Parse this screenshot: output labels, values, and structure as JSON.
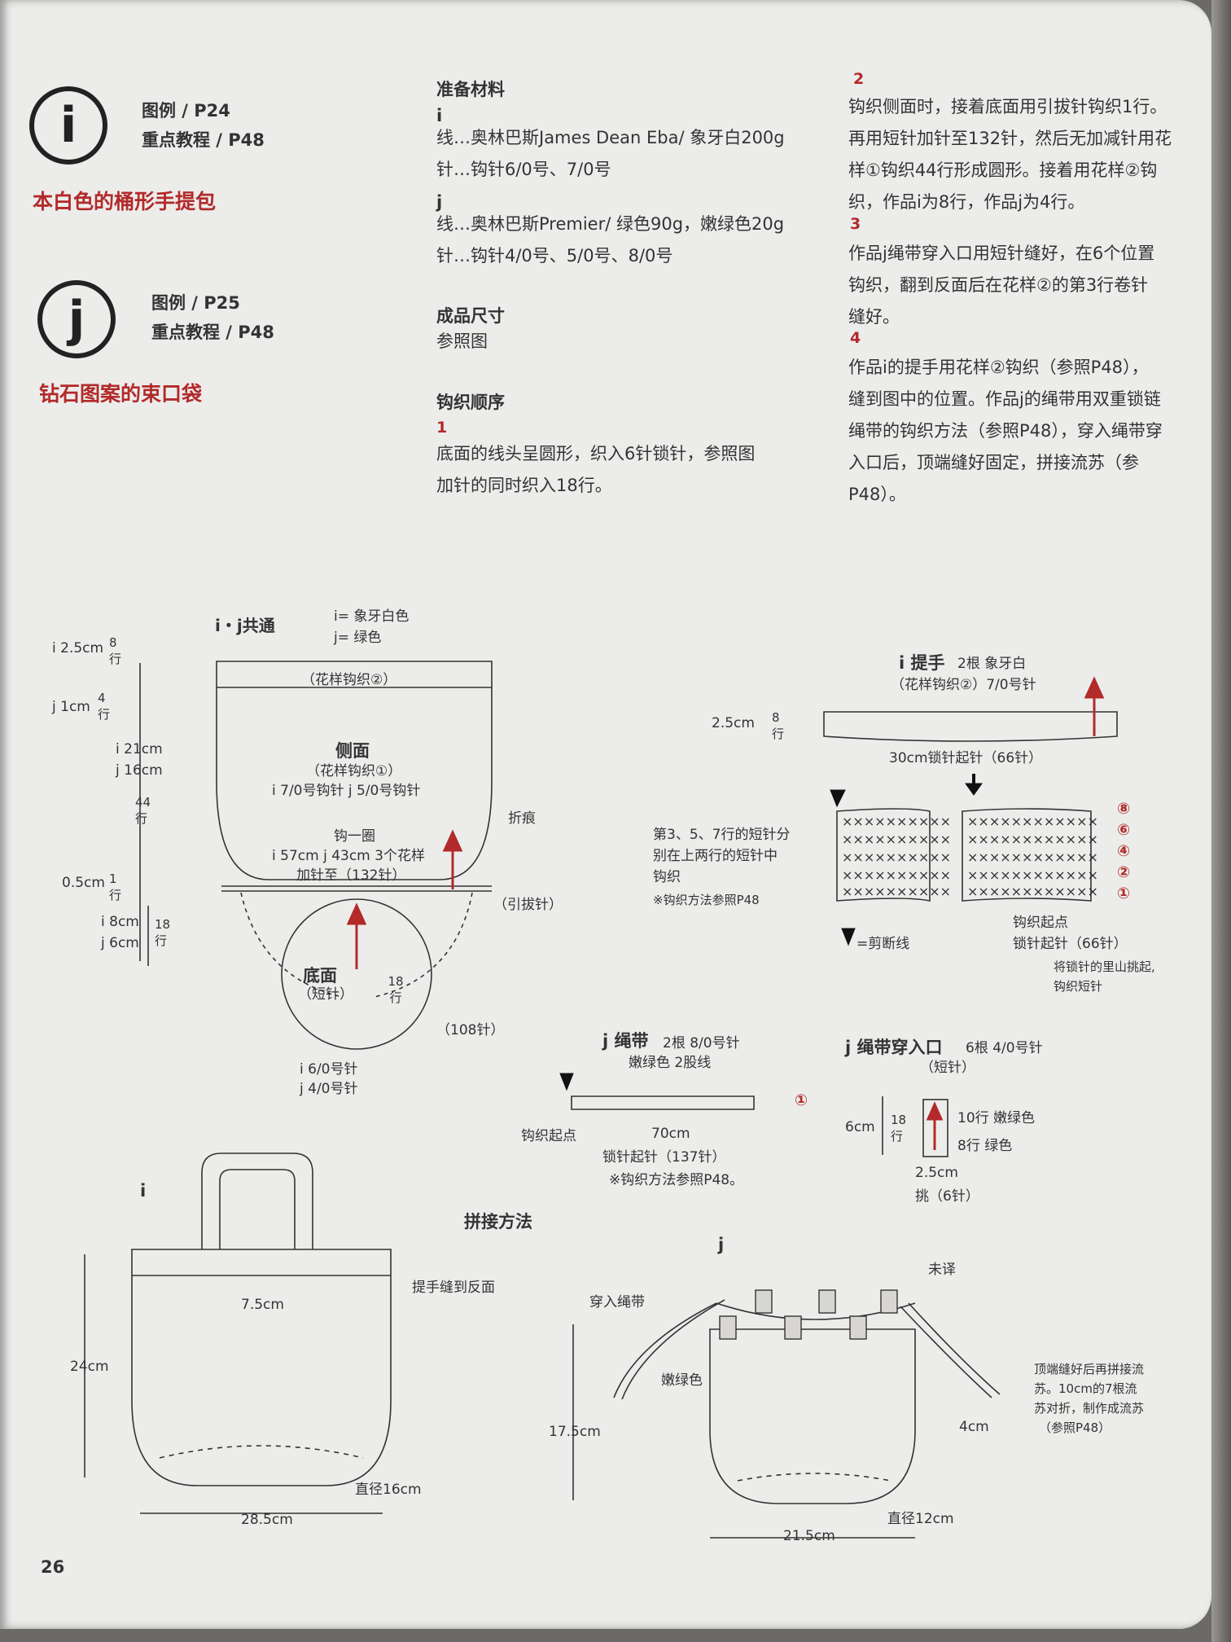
{
  "header": {
    "i": {
      "letter": "i",
      "legend": "图例 / P24",
      "tutorial": "重点教程 / P48",
      "title": "本白色的桶形手提包"
    },
    "j": {
      "letter": "j",
      "legend": "图例 / P25",
      "tutorial": "重点教程 / P48",
      "title": "钻石图案的束口袋"
    }
  },
  "materials": {
    "heading": "准备材料",
    "i_label": "i",
    "i_yarn": "线…奥林巴斯James Dean Eba/ 象牙白200g",
    "i_hook": "针…钩针6/0号、7/0号",
    "j_label": "j",
    "j_yarn": "线…奥林巴斯Premier/ 绿色90g，嫩绿色20g",
    "j_hook": "针…钩针4/0号、5/0号、8/0号"
  },
  "size": {
    "heading": "成品尺寸",
    "text": "参照图"
  },
  "order": {
    "heading": "钩织顺序",
    "steps": [
      {
        "n": "1",
        "lines": [
          "底面的线头呈圆形，织入6针锁针，参照图",
          "加针的同时织入18行。"
        ]
      },
      {
        "n": "2",
        "lines": [
          "钩织侧面时，接着底面用引拔针钩织1行。",
          "再用短针加针至132针，然后无加减针用花",
          "样①钩织44行形成圆形。接着用花样②钩",
          "织，作品i为8行，作品j为4行。"
        ]
      },
      {
        "n": "3",
        "lines": [
          "作品j绳带穿入口用短针缝好，在6个位置",
          "钩织，翻到反面后在花样②的第3行卷针",
          "缝好。"
        ]
      },
      {
        "n": "4",
        "lines": [
          "作品i的提手用花样②钩织（参照P48），",
          "缝到图中的位置。作品j的绳带用双重锁链",
          "绳带的钩织方法（参照P48），穿入绳带穿",
          "入口后，顶端缝好固定，拼接流苏（参",
          "P48）。"
        ]
      }
    ]
  },
  "diagram_common": {
    "title": "i・j共通",
    "key_i": "i= 象牙白色",
    "key_j": "j= 绿色",
    "band": "（花样钩织②）",
    "side_title": "侧面",
    "side_pattern": "（花样钩织①）",
    "side_hooks": "i 7/0号钩针  j 5/0号钩针",
    "fold": "折痕",
    "round": "钩一圈",
    "inc1": "i 57cm  j 43cm 3个花样",
    "inc2": "加针至（132针）",
    "slip": "（引拔针）",
    "bottom_title": "底面",
    "bottom_sc": "（短针）",
    "bottom_rows": "18\n行",
    "stitch108": "（108针）",
    "bottom_hook_i": "i 6/0号针",
    "bottom_hook_j": "j 4/0号针",
    "dims": {
      "i_top": "i 2.5cm",
      "r8": "8 行",
      "j_top": "j 1cm",
      "r4": "4 行",
      "i21": "i 21cm",
      "j16": "j 16cm",
      "r44": "44 行",
      "d05": "0.5cm",
      "r1": "1 行",
      "i8": "i 8cm",
      "j6": "j 6cm",
      "r18": "18 行"
    }
  },
  "handle": {
    "title": "i 提手",
    "spec": "2根 象牙白",
    "pattern": "（花样钩织②）7/0号针",
    "height": "2.5cm",
    "rows": "8 行",
    "chain": "30cm锁针起针（66针）"
  },
  "stitch_chart": {
    "note1": "第3、5、7行的短针分",
    "note2": "别在上两行的短针中",
    "note3": "钩织",
    "ref": "※钩织方法参照P48",
    "cut": "=剪断线",
    "start1": "钩织起点",
    "start2": "锁针起针（66针）",
    "tip1": "将锁针的里山挑起,",
    "tip2": "钩织短针",
    "rows": [
      "⑧",
      "⑥",
      "④",
      "②",
      "①"
    ]
  },
  "cord": {
    "title": "j 绳带",
    "spec": "2根 8/0号针",
    "color": "嫩绿色 2股线",
    "start": "钩织起点",
    "length": "70cm",
    "chain": "锁针起针（137针）",
    "ref": "※钩织方法参照P48。",
    "row": "①"
  },
  "loop": {
    "title": "j 绳带穿入口",
    "spec": "6根 4/0号针",
    "sc": "（短针）",
    "h": "6cm",
    "rows": "18 行",
    "r10": "10行 嫩绿色",
    "r8": "8行 绿色",
    "w": "2.5cm",
    "pick": "挑（6针）"
  },
  "assembly": {
    "heading": "拼接方法",
    "i_label": "i",
    "handle_note": "提手缝到反面",
    "handle_gap": "7.5cm",
    "height": "24cm",
    "diameter": "直径16cm",
    "width": "28.5cm",
    "j_label": "j",
    "untranslated": "未译",
    "thread": "穿入绳带",
    "color": "嫩绿色",
    "j_height": "17.5cm",
    "tassel1": "顶端缝好后再拼接流",
    "tassel2": "苏。10cm的7根流",
    "tassel3": "苏对折，制作成流苏",
    "tassel4": "（参照P48）",
    "tassel_len": "4cm",
    "j_diameter": "直径12cm",
    "j_width": "21.5cm"
  },
  "page_number": "26"
}
